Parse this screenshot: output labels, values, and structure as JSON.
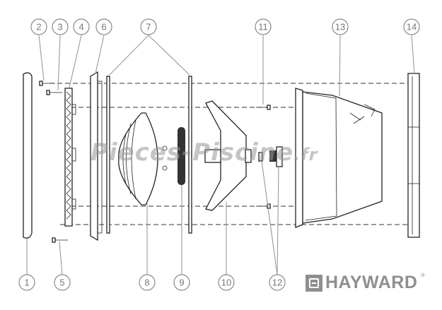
{
  "diagram": {
    "title": "Exploded parts view - pool light",
    "callouts_top": [
      "2",
      "3",
      "4",
      "6",
      "7",
      "11",
      "13",
      "14"
    ],
    "callouts_bottom": [
      "1",
      "5",
      "8",
      "9",
      "10",
      "12"
    ]
  },
  "watermark": {
    "text": "Pieces-Piscine",
    "suffix": ".fr"
  },
  "logo": {
    "text": "HAYWARD",
    "registered": "®"
  }
}
